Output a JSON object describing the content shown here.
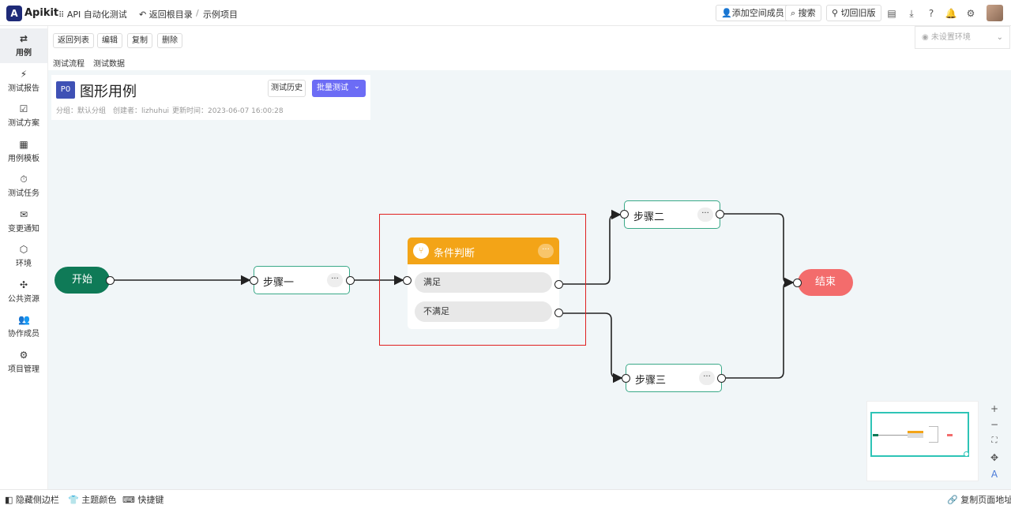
{
  "app": {
    "logo_mark": "A",
    "name": "Apikit",
    "project": "API 自动化测试",
    "back_root": "返回根目录",
    "breadcrumb_sep": "/",
    "breadcrumb_current": "示例项目"
  },
  "topbar": {
    "add_member": "添加空间成员",
    "search": "搜索",
    "switch_old": "切回旧版"
  },
  "sidebar": {
    "items": [
      {
        "label": "用例",
        "icon": "swap-icon",
        "glyph": "⇄"
      },
      {
        "label": "测试报告",
        "icon": "report-icon",
        "glyph": "⚡"
      },
      {
        "label": "测试方案",
        "icon": "checklist-icon",
        "glyph": "☑"
      },
      {
        "label": "用例模板",
        "icon": "template-icon",
        "glyph": "▦"
      },
      {
        "label": "测试任务",
        "icon": "timer-icon",
        "glyph": "⏱"
      },
      {
        "label": "变更通知",
        "icon": "mail-icon",
        "glyph": "✉"
      },
      {
        "label": "环境",
        "icon": "cube-icon",
        "glyph": "⬡"
      },
      {
        "label": "公共资源",
        "icon": "puzzle-icon",
        "glyph": "✣"
      },
      {
        "label": "协作成员",
        "icon": "users-icon",
        "glyph": "👥"
      },
      {
        "label": "项目管理",
        "icon": "settings-icon",
        "glyph": "⚙"
      }
    ]
  },
  "actions": {
    "back_list": "返回列表",
    "edit": "编辑",
    "copy": "复制",
    "delete": "删除"
  },
  "tabs": [
    "测试流程",
    "测试数据"
  ],
  "env": {
    "placeholder": "未设置环境"
  },
  "case": {
    "priority": "P0",
    "title": "图形用例",
    "group": "分组：默认分组",
    "creator": "创建者：lizhuhui",
    "updated": "更新时间：2023-06-07 16:00:28",
    "history_btn": "测试历史",
    "batch_btn": "批量测试",
    "batch_caret": "⌄"
  },
  "flow": {
    "start": "开始",
    "step1": "步骤一",
    "step2": "步骤二",
    "step3": "步骤三",
    "more": "···",
    "condition": {
      "title": "条件判断",
      "yes": "满足",
      "no": "不满足"
    },
    "end": "结束"
  },
  "bottombar": {
    "hide_sidebar": "隐藏侧边栏",
    "theme": "主题颜色",
    "shortcuts": "快捷键",
    "copy_url": "复制页面地址"
  },
  "zoom": {
    "in": "+",
    "out": "−",
    "fit": "⛶",
    "move": "✥",
    "auto": "A"
  },
  "colors": {
    "start": "#0f7a57",
    "end": "#f36c6c",
    "condition": "#f3a417",
    "highlight": "#e02020",
    "primary": "#6c6cf5"
  }
}
